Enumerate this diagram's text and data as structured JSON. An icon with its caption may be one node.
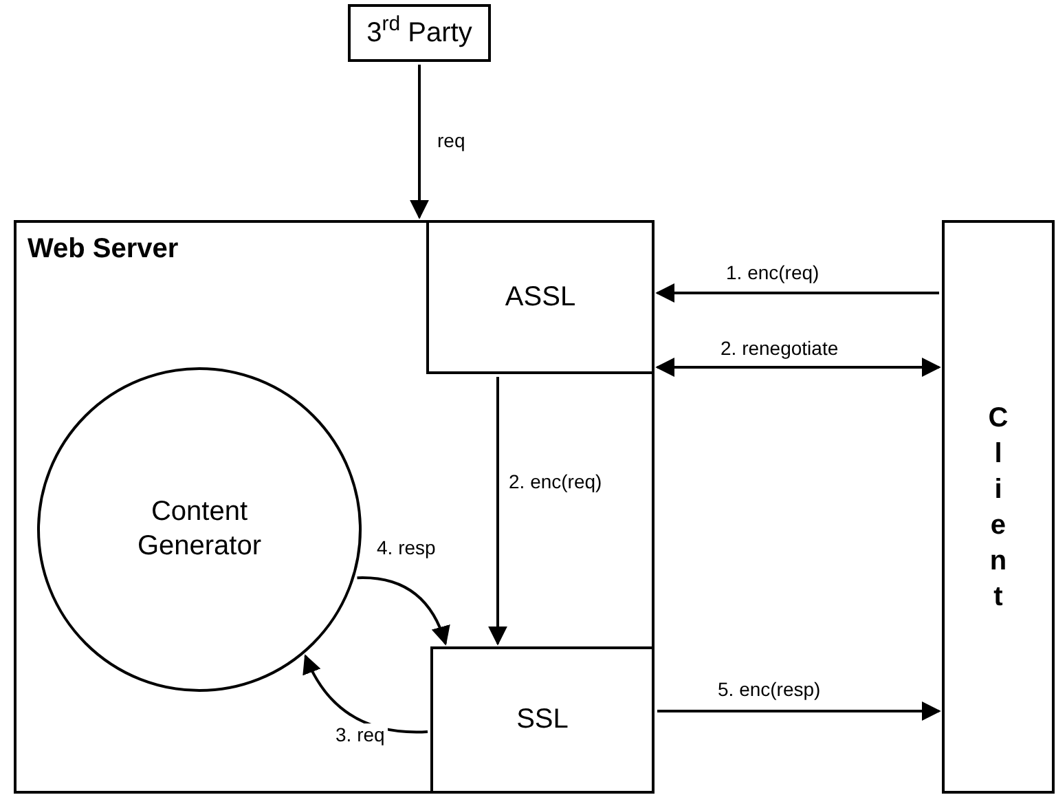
{
  "diagram": {
    "nodes": [
      {
        "text": [
          "3$^{rd}$ Party"
        ]
      },
      {
        "text": [
          "Web Server"
        ]
      },
      {
        "text": [
          "ASSL"
        ],
        "in": 1
      },
      {
        "text": [
          "Content Generator"
        ],
        "in": 1
      },
      {
        "text": [
          "SSL"
        ],
        "in": 1
      },
      {
        "text": [
          "Client"
        ]
      }
    ],
    "edges": [
      {
        "from": 0,
        "to": 2,
        "arrow": "to",
        "label": "req"
      },
      {
        "from": 5,
        "to": 2,
        "arrow": "to",
        "label": "1. enc(req)"
      },
      {
        "from": 2,
        "to": 5,
        "arrow": "both",
        "label": "2. renegotiate"
      },
      {
        "from": 2,
        "to": 4,
        "arrow": "to",
        "label": "2. enc(req)"
      },
      {
        "from": 3,
        "to": 4,
        "arrow": "to",
        "label": "4. resp"
      },
      {
        "from": 4,
        "to": 3,
        "arrow": "to",
        "label": "3. req"
      },
      {
        "from": 4,
        "to": 5,
        "arrow": "to",
        "label": "5. enc(resp)"
      }
    ]
  }
}
